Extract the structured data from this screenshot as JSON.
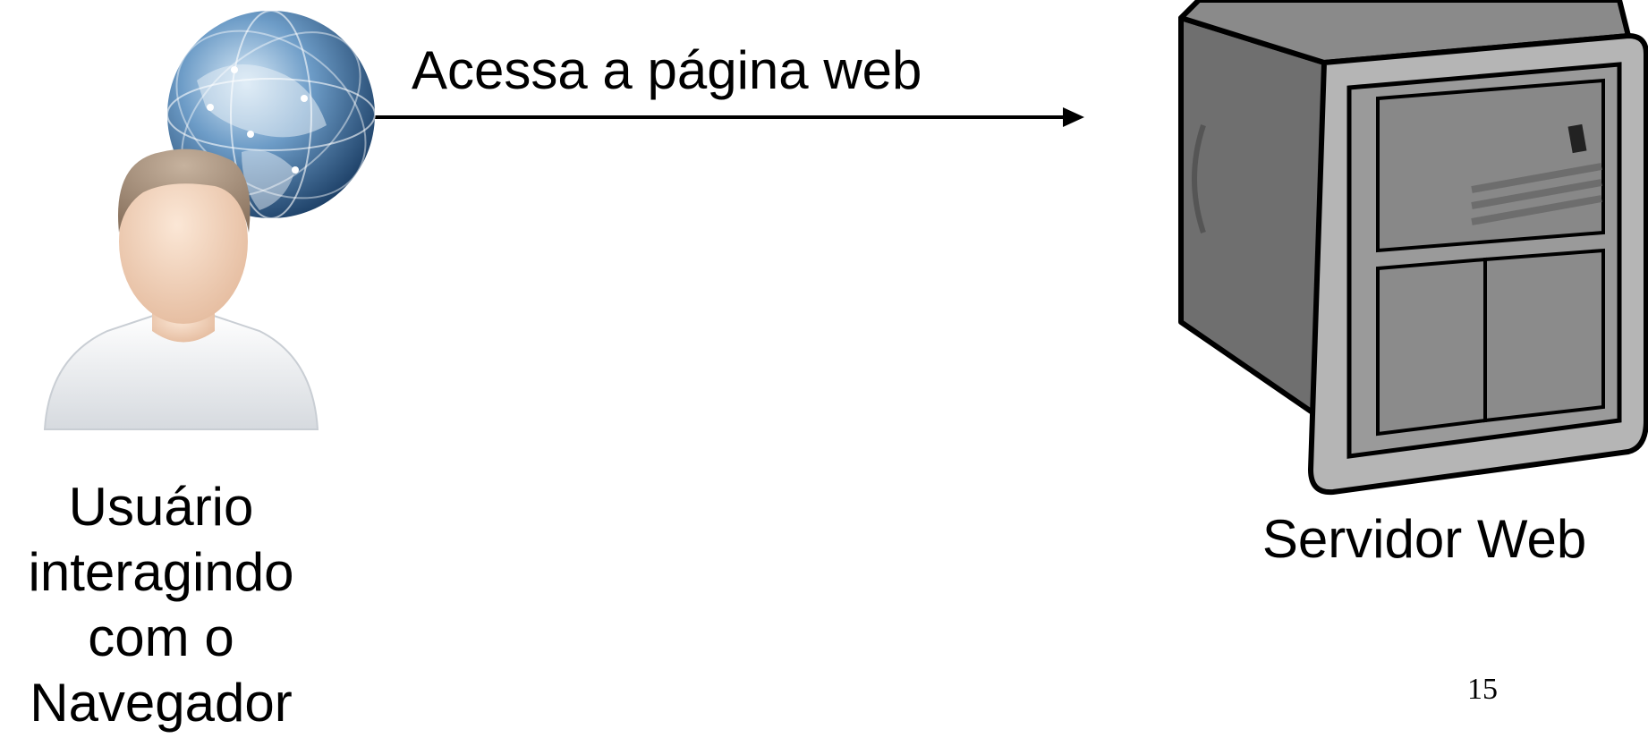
{
  "diagram": {
    "arrow_label": "Acessa a página web",
    "user_label_lines": [
      "Usuário",
      "interagindo",
      "com o",
      "Navegador"
    ],
    "server_label": "Servidor Web",
    "page_number": "15"
  },
  "icons": {
    "globe": "globe-icon",
    "user": "user-avatar-icon",
    "server": "server-tower-icon"
  }
}
